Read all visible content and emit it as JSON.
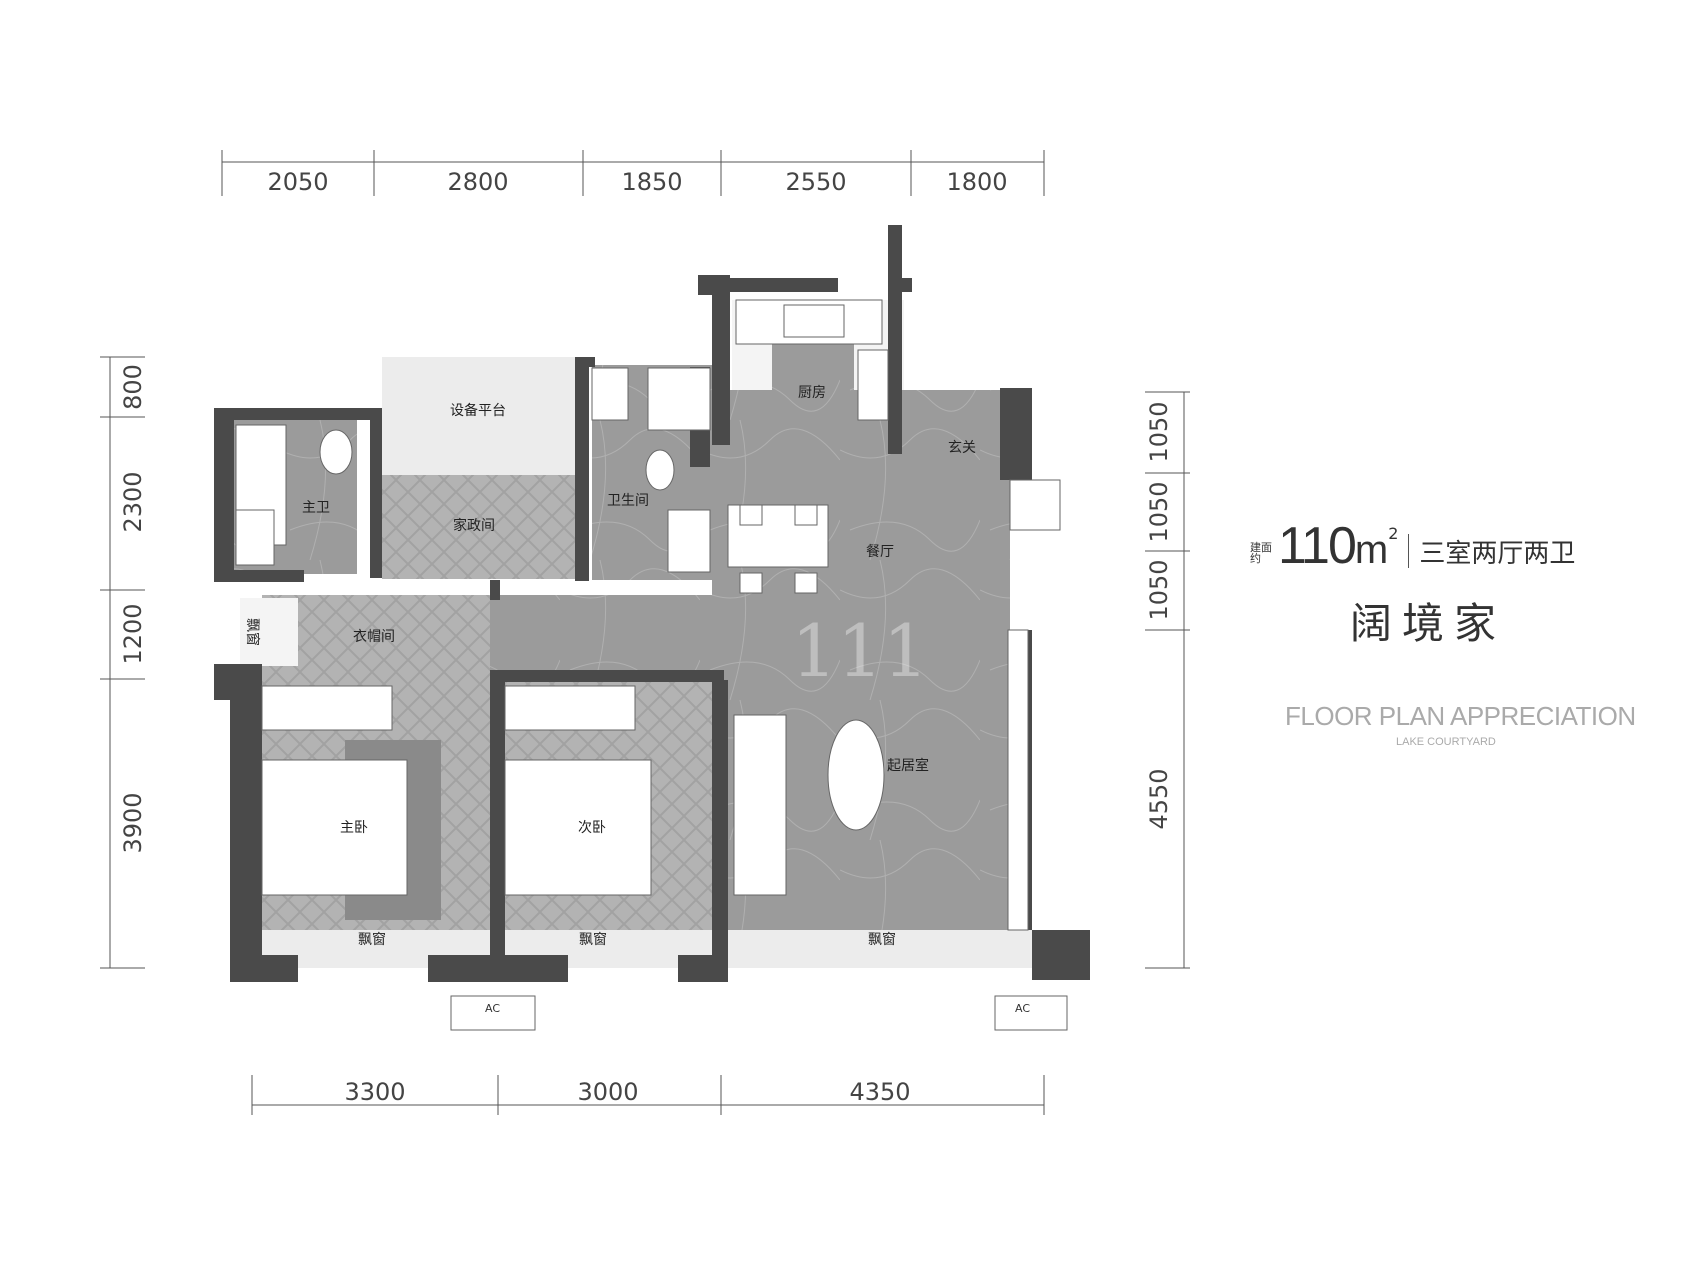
{
  "dimensions": {
    "top": [
      "2050",
      "2800",
      "1850",
      "2550",
      "1800"
    ],
    "bottom": [
      "3300",
      "3000",
      "4350"
    ],
    "left": [
      "800",
      "2300",
      "1200",
      "3900"
    ],
    "right": [
      "1050",
      "1050",
      "1050",
      "4550"
    ]
  },
  "rooms": {
    "equipment_platform": "设备平台",
    "housekeeping": "家政间",
    "master_bath": "主卫",
    "bathroom": "卫生间",
    "kitchen": "厨房",
    "entrance": "玄关",
    "dining": "餐厅",
    "cloakroom": "衣帽间",
    "bay_window_small": "飘窗",
    "master_bedroom": "主卧",
    "second_bedroom": "次卧",
    "living_room": "起居室",
    "bay_window_1": "飘窗",
    "bay_window_2": "飘窗",
    "bay_window_3": "飘窗"
  },
  "ac_labels": [
    "AC",
    "AC"
  ],
  "watermark": "111",
  "info": {
    "area_prefix": [
      "建面",
      "约"
    ],
    "area_value": "110",
    "area_unit": "m",
    "area_sup": "2",
    "layout": "三室两厅两卫",
    "name": "阔境家",
    "english_title": "FLOOR PLAN APPRECIATION",
    "english_subtitle": "LAKE COURTYARD"
  },
  "colors": {
    "wall": "#4a4a4a",
    "stone_floor": "#9a9a9a",
    "wood_floor": "#b4b4b4",
    "light_floor": "#e8e8e8"
  }
}
